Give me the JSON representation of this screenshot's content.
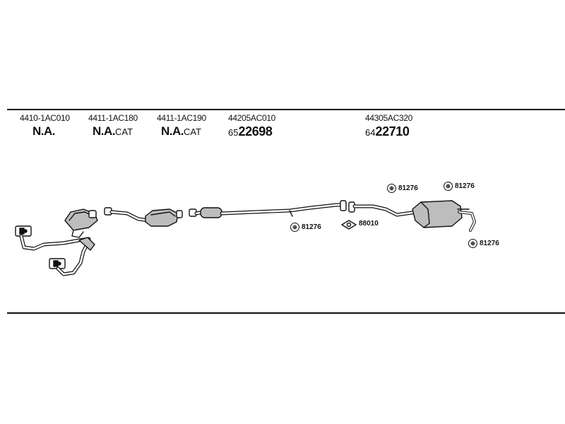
{
  "columns": [
    {
      "part_no": "4410-1AC010",
      "desc_main": "N.A.",
      "desc_suffix": ""
    },
    {
      "part_no": "4411-1AC180",
      "desc_main": "N.A.",
      "desc_suffix": "CAT"
    },
    {
      "part_no": "4411-1AC190",
      "desc_main": "N.A.",
      "desc_suffix": "CAT"
    },
    {
      "part_no": "44205AC010",
      "desc_prefix": "65",
      "desc_main": "22698"
    },
    {
      "part_no": "44305AC320",
      "desc_prefix": "64",
      "desc_main": "22710"
    }
  ],
  "callouts": [
    {
      "symbol": "⊕",
      "number": "81276"
    },
    {
      "symbol": "⊕",
      "number": "81276"
    },
    {
      "symbol": "⊕",
      "number": "81276"
    },
    {
      "symbol": "⊕",
      "number": "81276"
    },
    {
      "symbol": "",
      "number": "88010"
    }
  ],
  "icons": {
    "hanger": "hanger-icon",
    "gasket": "gasket-icon"
  },
  "colors": {
    "line": "#111111",
    "fill": "#ffffff",
    "shade": "#bdbdbd"
  }
}
